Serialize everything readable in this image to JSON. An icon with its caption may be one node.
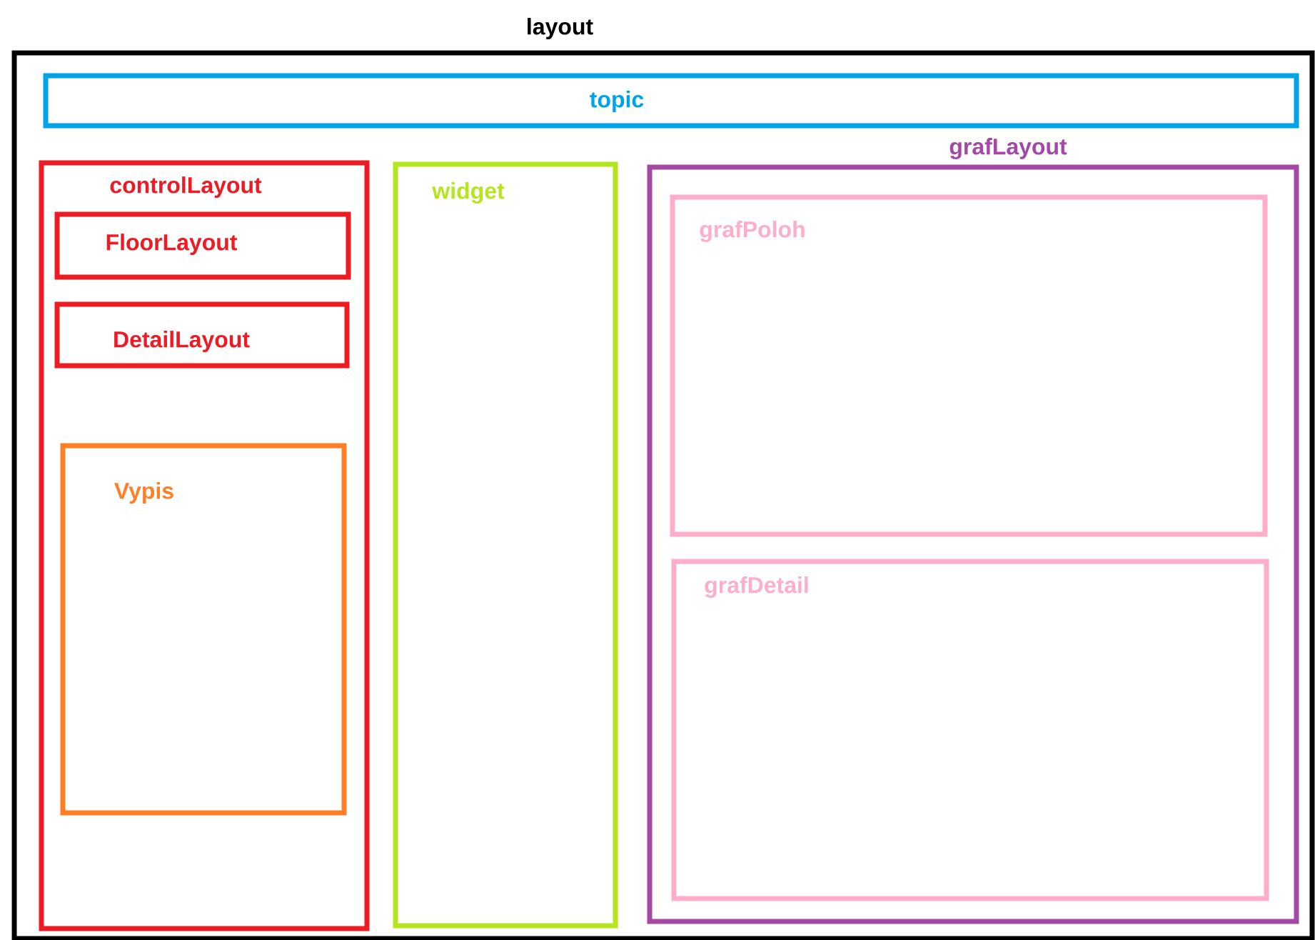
{
  "diagram": {
    "nodes": [
      {
        "text": [
          "layout"
        ]
      },
      {
        "text": [
          "topic"
        ],
        "in": 0
      },
      {
        "text": [
          "controlLayout"
        ],
        "in": 0
      },
      {
        "text": [
          "FloorLayout"
        ],
        "in": 2
      },
      {
        "text": [
          "DetailLayout"
        ],
        "in": 2
      },
      {
        "text": [
          "Vypis"
        ],
        "in": 2
      },
      {
        "text": [
          "widget"
        ],
        "in": 0
      },
      {
        "text": [
          "grafLayout"
        ],
        "in": 0
      },
      {
        "text": [
          "grafPoloh"
        ],
        "in": 7
      },
      {
        "text": [
          "grafDetail"
        ],
        "in": 7
      }
    ],
    "edges": []
  }
}
